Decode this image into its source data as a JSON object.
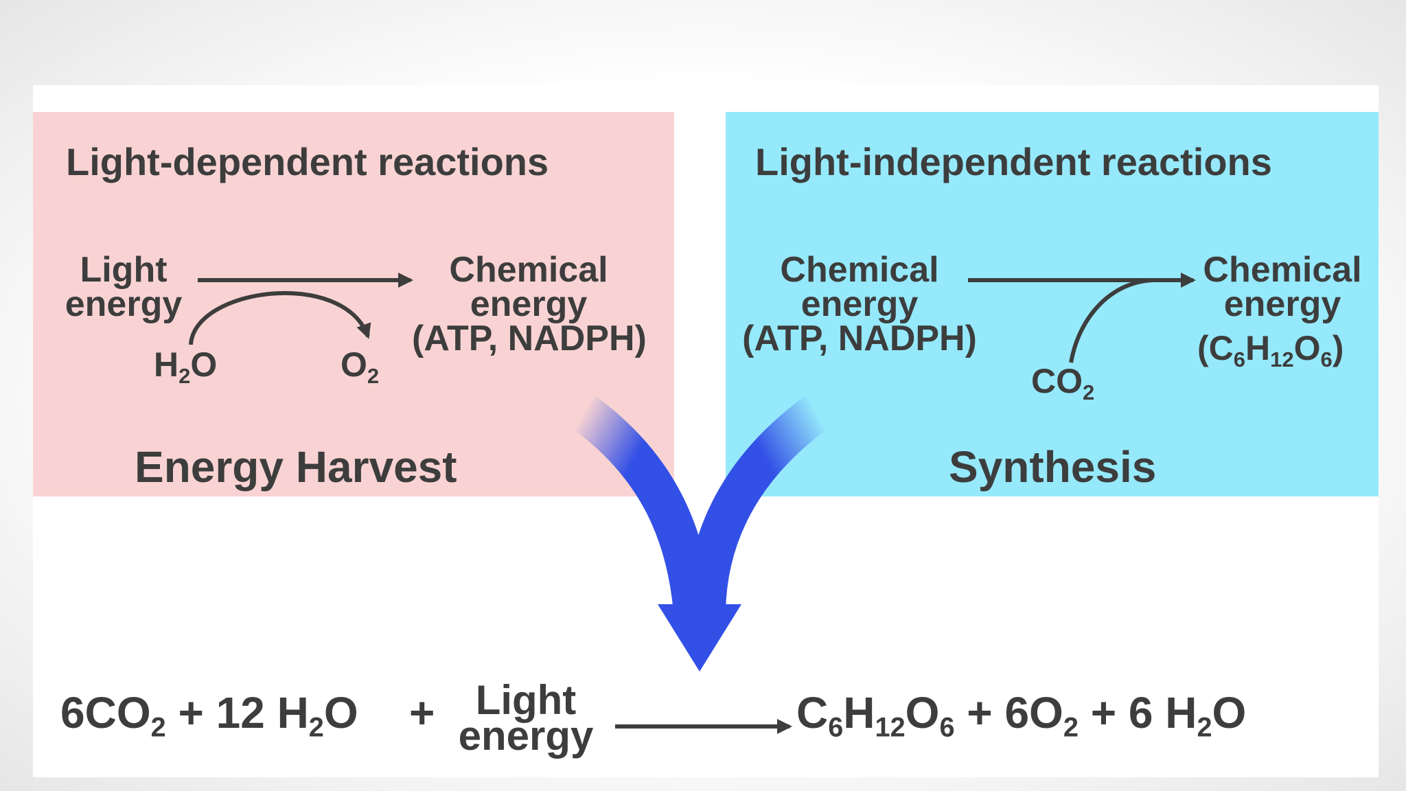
{
  "colors": {
    "left_panel": "#f9d3d3",
    "right_panel": "#95e9fb",
    "merge_arrow": "#3350e6",
    "text": "#3d3d3d"
  },
  "left_panel": {
    "title": "Light-dependent reactions",
    "input_line1": "Light",
    "input_line2": "energy",
    "output_line1": "Chemical",
    "output_line2": "energy",
    "output_line3": "(ATP, NADPH)",
    "consumed": {
      "symbol": "H",
      "sub": "2",
      "tail": "O"
    },
    "released": {
      "symbol": "O",
      "sub": "2"
    },
    "caption": "Energy Harvest"
  },
  "right_panel": {
    "title": "Light-independent reactions",
    "input_line1": "Chemical",
    "input_line2": "energy",
    "input_line3": "(ATP, NADPH)",
    "output_line1": "Chemical",
    "output_line2": "energy",
    "output_formula": {
      "p1": "(C",
      "s1": "6",
      "p2": "H",
      "s2": "12",
      "p3": "O",
      "s3": "6",
      "p4": ")"
    },
    "consumed": {
      "symbol": "CO",
      "sub": "2"
    },
    "caption": "Synthesis"
  },
  "equation": {
    "reactants": {
      "p1": "6CO",
      "s1": "2",
      "p2": " + 12 H",
      "s2": "2",
      "p3": "O"
    },
    "plus": "+",
    "energy_line1": "Light",
    "energy_line2": "energy",
    "products": {
      "p1": "C",
      "s1": "6",
      "p2": "H",
      "s2": "12",
      "p3": "O",
      "s3": "6",
      "p4": " + 6O",
      "s4": "2",
      "p5": " + 6 H",
      "s5": "2",
      "p6": "O"
    }
  }
}
